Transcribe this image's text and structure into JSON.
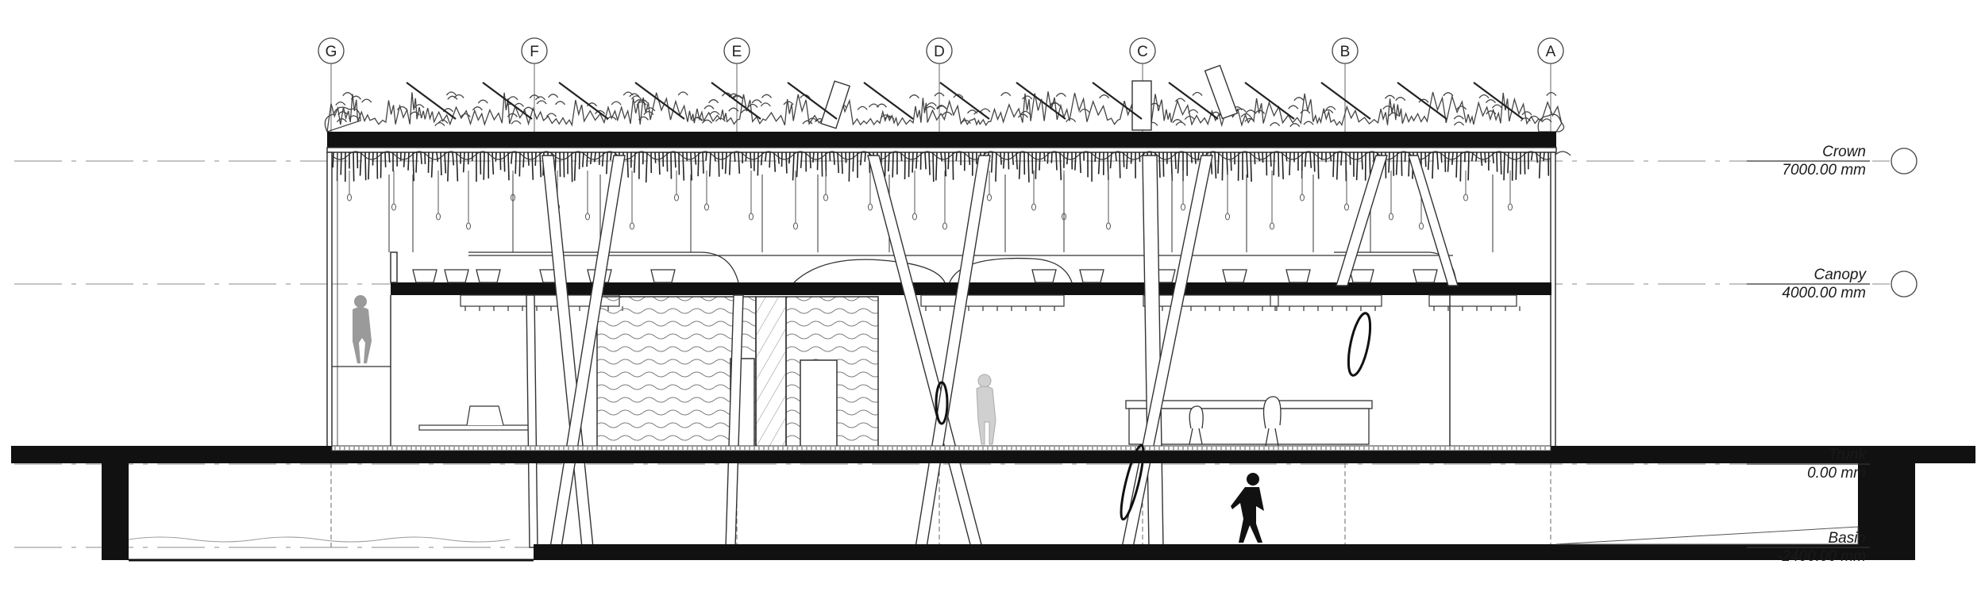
{
  "grid_axes": [
    "G",
    "F",
    "E",
    "D",
    "C",
    "B",
    "A"
  ],
  "levels": [
    {
      "name": "Crown",
      "elevation": "7000.00 mm",
      "marker": true
    },
    {
      "name": "Canopy",
      "elevation": "4000.00 mm",
      "marker": true
    },
    {
      "name": "Trunk",
      "elevation": "0.00 mm",
      "marker": false
    },
    {
      "name": "Basin",
      "elevation": "-2400.00 mm",
      "marker": false
    }
  ],
  "colors": {
    "ink": "#111111",
    "line": "#333333",
    "hatch": "#777777",
    "figure": "#9a9a9a"
  }
}
